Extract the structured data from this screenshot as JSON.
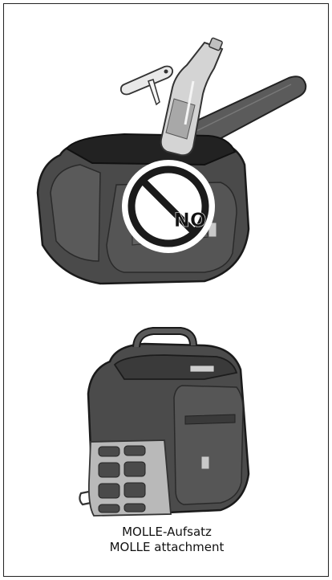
{
  "caption": {
    "line1": "MOLLE-Aufsatz",
    "line2": "MOLLE attachment"
  },
  "prohibition": {
    "label": "NO",
    "icon": "prohibition-sign-icon"
  },
  "icons": {
    "knife": "pocket-knife-icon",
    "bottle": "glass-bottle-icon",
    "bag": "saddlebag-illustration",
    "molle": "molle-attachment-illustration"
  }
}
